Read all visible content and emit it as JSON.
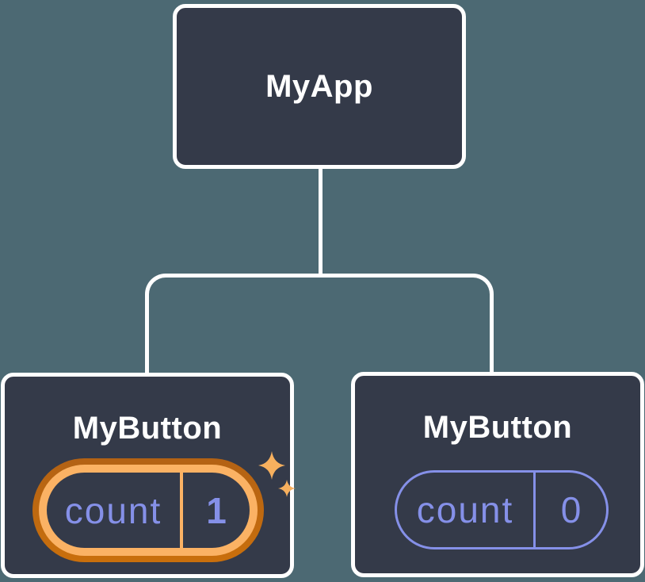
{
  "diagram": {
    "description": "React component tree showing isolated state between two button instances",
    "root_node": {
      "label": "MyApp"
    },
    "left_node": {
      "label": "MyButton",
      "pill": {
        "label": "count",
        "value": "1"
      },
      "highlighted": true
    },
    "right_node": {
      "label": "MyButton",
      "pill": {
        "label": "count",
        "value": "0"
      },
      "highlighted": false
    }
  },
  "colors": {
    "background": "#4C6973",
    "node_fill": "#343A49",
    "node_border": "#FFFFFF",
    "title_text": "#FFFFFF",
    "state_text": "#8590E8",
    "highlight_ring_dark": "#BC660F",
    "highlight_ring_light": "#FBB264",
    "sparkle": "#F7B05E",
    "connector": "#FFFFFF"
  },
  "icons": {
    "sparkle_large": "sparkle-icon",
    "sparkle_small": "sparkle-icon"
  }
}
